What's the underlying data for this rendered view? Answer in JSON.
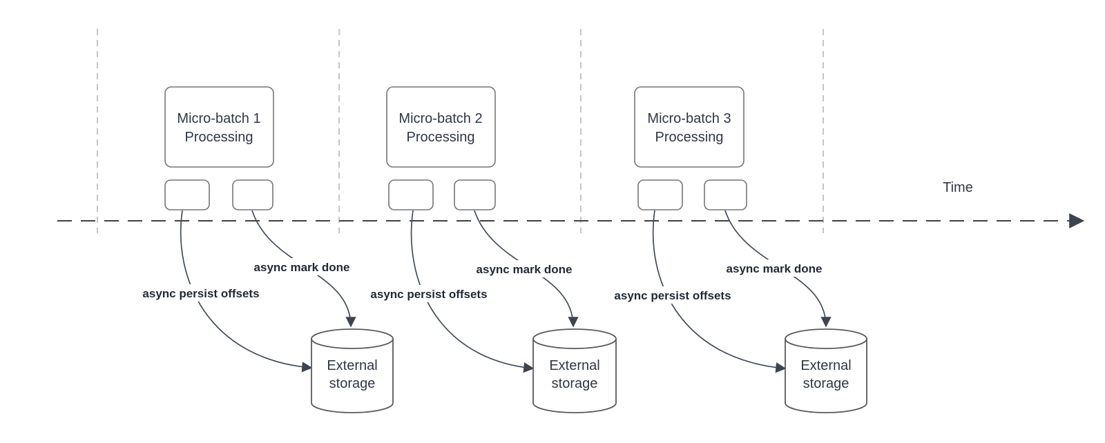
{
  "diagram": {
    "time_axis_label": "Time",
    "batches": [
      {
        "box_line1": "Micro-batch 1",
        "box_line2": "Processing",
        "persist_label": "async persist offsets",
        "mark_done_label": "async mark done",
        "storage_line1": "External",
        "storage_line2": "storage"
      },
      {
        "box_line1": "Micro-batch 2",
        "box_line2": "Processing",
        "persist_label": "async persist offsets",
        "mark_done_label": "async mark done",
        "storage_line1": "External",
        "storage_line2": "storage"
      },
      {
        "box_line1": "Micro-batch 3",
        "box_line2": "Processing",
        "persist_label": "async persist offsets",
        "mark_done_label": "async mark done",
        "storage_line1": "External",
        "storage_line2": "storage"
      }
    ],
    "colors": {
      "background": "#ffffff",
      "box_stroke": "#757575",
      "cylinder_stroke": "#595959",
      "box_text": "#2f3744",
      "bold_label_text": "#232a36",
      "arrow_stroke": "#424c59",
      "timeline_stroke": "#3f3f3f",
      "guide_line": "#b5b5b5"
    }
  }
}
